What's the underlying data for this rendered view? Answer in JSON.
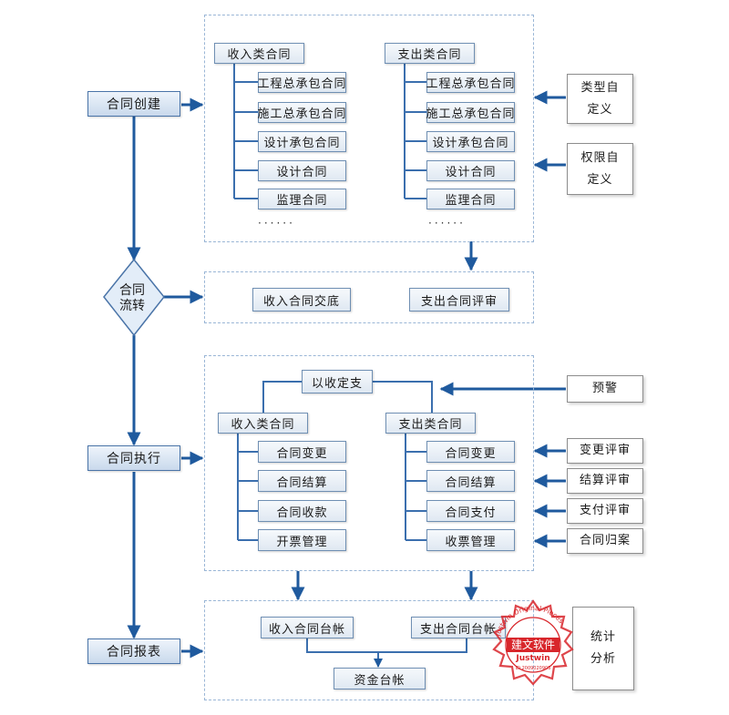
{
  "stages": {
    "create": "合同创建",
    "flow_line1": "合同",
    "flow_line2": "流转",
    "execute": "合同执行",
    "report": "合同报表"
  },
  "create_section": {
    "income_header": "收入类合同",
    "expense_header": "支出类合同",
    "income_items": [
      "工程总承包合同",
      "施工总承包合同",
      "设计承包合同",
      "设计合同",
      "监理合同"
    ],
    "expense_items": [
      "工程总承包合同",
      "施工总承包合同",
      "设计承包合同",
      "设计合同",
      "监理合同"
    ],
    "ellipsis": "······",
    "side_type": "类型自定义",
    "side_permission": "权限自定义"
  },
  "flow_section": {
    "income_handover": "收入合同交底",
    "expense_review": "支出合同评审"
  },
  "execute_section": {
    "top_box": "以收定支",
    "income_header": "收入类合同",
    "expense_header": "支出类合同",
    "income_items": [
      "合同变更",
      "合同结算",
      "合同收款",
      "开票管理"
    ],
    "expense_items": [
      "合同变更",
      "合同结算",
      "合同支付",
      "收票管理"
    ],
    "side_warning": "预警",
    "side_items": [
      "变更评审",
      "结算评审",
      "支付评审",
      "合同归案"
    ]
  },
  "report_section": {
    "income_ledger": "收入合同台帐",
    "expense_ledger": "支出合同台帐",
    "fund_ledger": "资金台帐",
    "side_analysis": "统计分析"
  },
  "watermark": {
    "ring_text": "Justwin Original Pieces",
    "center_cn": "建文软件",
    "brand": "Justwin",
    "serial": "ID:2009020905"
  },
  "colors": {
    "arrow": "#1f5a9e",
    "tree_line": "#3b6fae",
    "group_border": "#9ab6d6",
    "stamp": "#d8262b"
  },
  "icons": {
    "arrow": "arrow-icon",
    "stamp": "seal-icon"
  }
}
